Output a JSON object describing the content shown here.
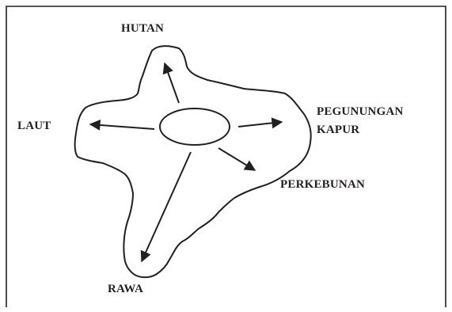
{
  "labels": {
    "hutan": "HUTAN",
    "laut": "LAUT",
    "pegunungan_line1": "PEGUNUNGAN",
    "pegunungan_line2": "KAPUR",
    "perkebunan": "PERKEBUNAN",
    "rawa": "RAWA"
  },
  "colors": {
    "stroke": "#231f20",
    "background": "#ffffff"
  }
}
